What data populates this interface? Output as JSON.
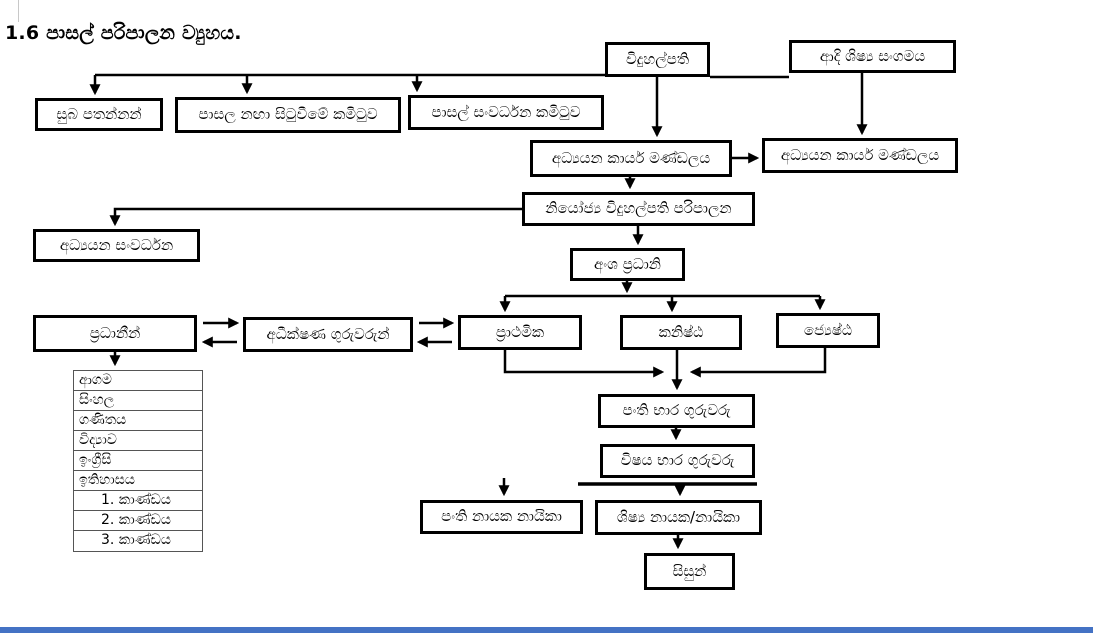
{
  "title": "1.6 පාසල් පරිපාලන ව්‍යුහය.",
  "diagram": {
    "type": "flowchart",
    "nodes": {
      "principal": "විදුහල්පති",
      "alumni_association": "ආදි ශිෂ්‍ය සංගමය",
      "well_wishers": "සුබ පතන්නන්",
      "school_upliftment_committee": "පාසල නඟා සිටුවීමේ කමිටුව",
      "school_development_committee": "පාසල් සංවර්ධන කමිටුව",
      "academic_staff_left": "අධ්‍යයන කාර්ය මණ්ඩලය",
      "academic_staff_right": "අධ්‍යයන කාර්ය මණ්ඩලය",
      "deputy_principal_admin": "නියෝජ්‍ය විදුහල්පති පරිපාලන",
      "academic_development": "අධ්‍යයන සංවර්ධන",
      "section_heads": "අංශ ප්‍රධානි",
      "heads": "ප්‍රධානීන්",
      "supervising_teachers": "අධීක්ෂණ ගුරුවරුන්",
      "primary_section": "ප්‍රාථමික",
      "junior_section": "කනිෂ්ඨ",
      "senior_section": "ජ්‍යෙෂ්ඨ",
      "class_teachers": "පංති භාර ගුරුවරු",
      "subject_teachers": "විෂය භාර ගුරුවරු",
      "class_monitors": "පංති නායක නායිකා",
      "student_prefects": "ශිෂ්‍ය නායක/නායිකා",
      "students": "සිසුන්"
    },
    "subject_list": [
      "ආගම",
      "සිංහල",
      "ගණිතය",
      "විද්‍යාව",
      "ඉංග්‍රීසි",
      "ඉතිහාසය",
      "1.  කාණ්ඩය",
      "2.  කාණ්ඩය",
      "3.  කාණ්ඩය"
    ]
  },
  "colors": {
    "box_border": "#000000",
    "connector": "#000000",
    "background": "#ffffff",
    "accent_bar": "#4472c4"
  }
}
